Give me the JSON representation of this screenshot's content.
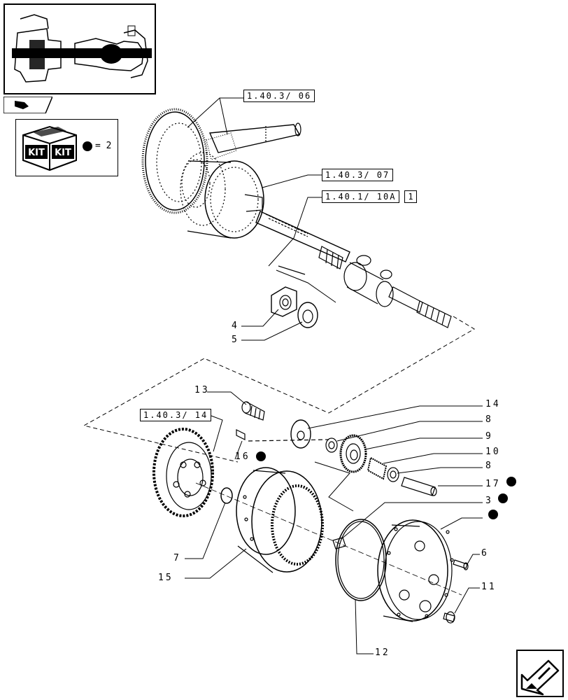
{
  "thumbnail": {
    "name": "axle-overview-thumbnail"
  },
  "kit_legend": {
    "kit_text_left": "KIT",
    "kit_text_right": "KIT",
    "equals_text": "= 2"
  },
  "references": [
    {
      "id": "ref-1-40-3-06",
      "text": "1.40.3/ 06"
    },
    {
      "id": "ref-1-40-3-07",
      "text": "1.40.3/ 07"
    },
    {
      "id": "ref-1-40-1-10a",
      "text": "1.40.1/ 10A",
      "extra": "1"
    },
    {
      "id": "ref-1-40-3-14",
      "text": "1.40.3/ 14"
    }
  ],
  "callouts": [
    {
      "id": "4",
      "text": "4"
    },
    {
      "id": "5",
      "text": "5"
    },
    {
      "id": "13",
      "text": "13"
    },
    {
      "id": "14",
      "text": "14"
    },
    {
      "id": "8a",
      "text": "8"
    },
    {
      "id": "9",
      "text": "9"
    },
    {
      "id": "10",
      "text": "10"
    },
    {
      "id": "8b",
      "text": "8"
    },
    {
      "id": "16",
      "text": "16"
    },
    {
      "id": "17",
      "text": "17"
    },
    {
      "id": "3",
      "text": "3"
    },
    {
      "id": "7",
      "text": "7"
    },
    {
      "id": "15",
      "text": "15"
    },
    {
      "id": "6",
      "text": "6"
    },
    {
      "id": "11",
      "text": "11"
    },
    {
      "id": "12",
      "text": "12"
    }
  ],
  "colors": {
    "line": "#000000",
    "background": "#ffffff"
  },
  "nav": {
    "icon": "next-page-arrow-icon"
  }
}
